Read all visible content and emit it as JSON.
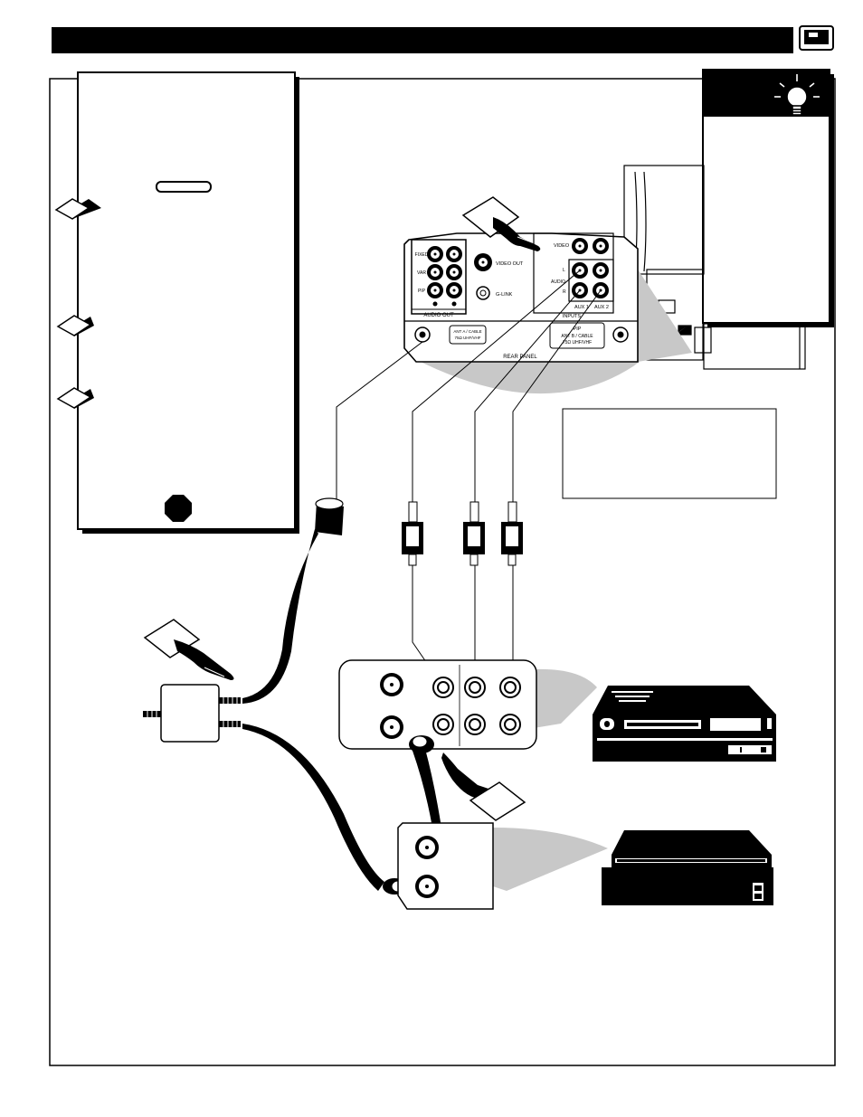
{
  "rear_panel": {
    "title": "REAR PANEL",
    "audio_out_label": "AUDIO OUT",
    "inputs_label": "INPUTS",
    "video_out_label": "VIDEO OUT",
    "glink_label": "G-LINK",
    "video_label": "VIDEO",
    "audio_label": "AUDIO",
    "left_label": "L",
    "right_label": "R",
    "aux1_label": "AUX 1",
    "aux2_label": "AUX 2",
    "side_labels": [
      "FIXED",
      "VAR",
      "PIP"
    ],
    "ant_a_lines": [
      "ANT A / CABLE",
      "75Ω UHF/VHF"
    ],
    "pip_ant_b_lines": [
      "PIP",
      "ANT B / CABLE",
      "75Ω UHF/VHF"
    ]
  },
  "colors": {
    "ink": "#000000",
    "paper": "#ffffff",
    "shade": "#c8c8c8"
  },
  "icons": [
    "light-bulb-icon",
    "stop-sign-icon",
    "hand-pointer-icon",
    "step-diamond-icon",
    "tv-icon"
  ]
}
